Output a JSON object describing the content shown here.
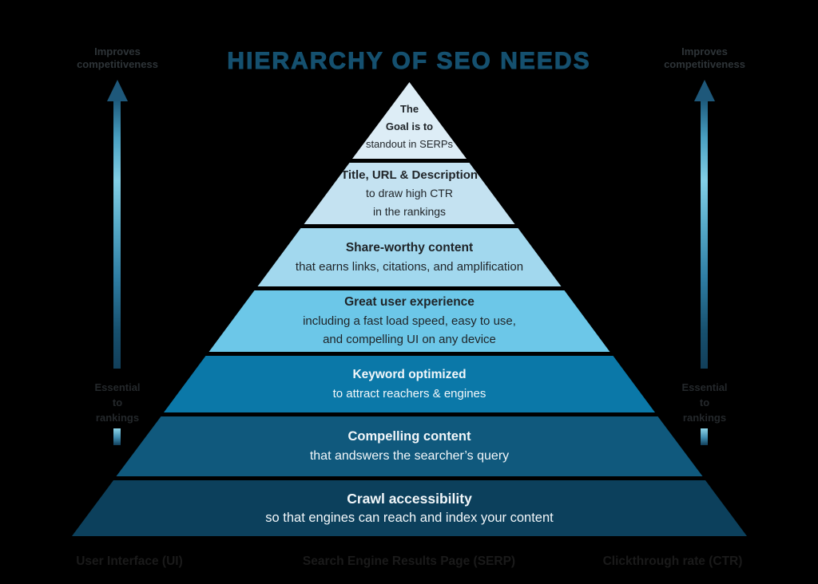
{
  "title": "HIERARCHY OF SEO NEEDS",
  "colors": {
    "background": "#000000",
    "title_text": "#15506f",
    "arrow_dark": "#1d5a7c",
    "arrow_light": "#82cfe6",
    "light_level_text": "#1f2428",
    "dark_level_text": "#f2f7fa"
  },
  "pyramid": {
    "levels": [
      {
        "name": "goal",
        "color": "#ddedf6",
        "lines": [
          {
            "text": "The",
            "bold": true
          },
          {
            "text": "Goal is to",
            "bold": true
          },
          {
            "text": "standout in SERPs",
            "bold": false
          }
        ]
      },
      {
        "name": "title-url-description",
        "color": "#c4e2f1",
        "lines": [
          {
            "text": "Title, URL & Description",
            "bold": true
          },
          {
            "text": "to draw high CTR",
            "bold": false
          },
          {
            "text": "in the rankings",
            "bold": false
          }
        ]
      },
      {
        "name": "share-worthy-content",
        "color": "#a2d8ee",
        "lines": [
          {
            "text": "Share-worthy content",
            "bold": true
          },
          {
            "text": "that earns links, citations, and amplification",
            "bold": false
          }
        ]
      },
      {
        "name": "great-user-experience",
        "color": "#6cc7e8",
        "lines": [
          {
            "text": "Great user experience",
            "bold": true
          },
          {
            "text": "including a fast load speed, easy to use,",
            "bold": false
          },
          {
            "text": "and compelling UI on any device",
            "bold": false
          }
        ]
      },
      {
        "name": "keyword-optimized",
        "color": "#0b78a8",
        "lines": [
          {
            "text": "Keyword optimized",
            "bold": true
          },
          {
            "text": "to attract reachers & engines",
            "bold": false
          }
        ]
      },
      {
        "name": "compelling-content",
        "color": "#10597d",
        "lines": [
          {
            "text": "Compelling content",
            "bold": true
          },
          {
            "text": "that andswers the searcher’s query",
            "bold": false
          }
        ]
      },
      {
        "name": "crawl-accessibility",
        "color": "#0c405c",
        "lines": [
          {
            "text": "Crawl accessibility",
            "bold": true
          },
          {
            "text": "so that engines can reach and index your content",
            "bold": false
          }
        ]
      }
    ]
  },
  "side_labels": {
    "improves": [
      "Improves",
      "competitiveness"
    ],
    "essential": [
      "Essential",
      "to",
      "rankings"
    ]
  },
  "footer": {
    "labels": [
      "User Interface (UI)",
      "Search Engine Results Page (SERP)",
      "Clickthrough rate (CTR)"
    ]
  }
}
